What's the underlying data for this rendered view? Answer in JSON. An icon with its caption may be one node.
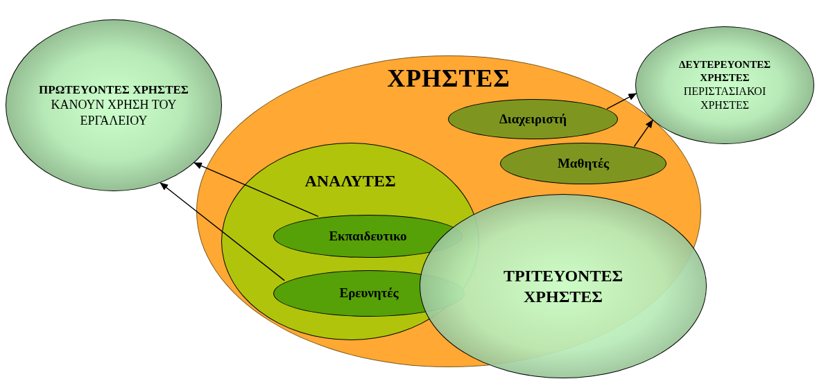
{
  "diagram": {
    "nodes": [
      {
        "text": [
          "ΠΡΩΤΕΥΟΝΤΕΣ ΧΡΗΣΤΕΣ",
          "ΚΑΝΟΥΝ ΧΡΗΣΗ ΤΟΥ ΕΡΓΑΛΕΙΟΥ"
        ]
      },
      {
        "text": [
          "ΧΡΗΣΤΕΣ"
        ]
      },
      {
        "text": [
          "Διαχειριστή"
        ],
        "in": 1
      },
      {
        "text": [
          "ΔΕΥΤΕΡΕΥΟΝΤΕΣ ΧΡΗΣΤΕΣ",
          "ΠΕΡΙΣΤΑΣΙΑΚΟΙ ΧΡΗΣΤΕΣ"
        ]
      },
      {
        "text": [
          "Μαθητές"
        ],
        "in": 1
      },
      {
        "text": [
          "ΑΝΑΛΥΤΕΣ"
        ],
        "in": 1
      },
      {
        "text": [
          "Εκπαιδευτικο"
        ],
        "in": 5
      },
      {
        "text": [
          "Ερευνητές"
        ],
        "in": 5
      },
      {
        "text": [
          "ΤΡΙΤΕΥΟΝΤΕΣ ΧΡΗΣΤΕΣ"
        ]
      }
    ],
    "edges": [
      {
        "from": 2,
        "to": 3,
        "arrow": "to"
      },
      {
        "from": 4,
        "to": 3,
        "arrow": "to"
      },
      {
        "from": 6,
        "to": 0,
        "arrow": "to"
      },
      {
        "from": 7,
        "to": 0,
        "arrow": "to"
      }
    ]
  }
}
